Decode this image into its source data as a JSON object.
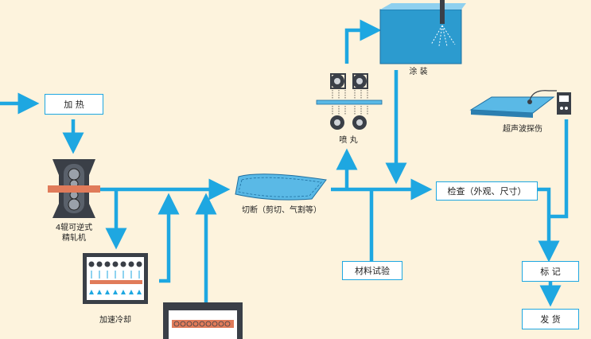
{
  "colors": {
    "background": "#fdf3dd",
    "arrow": "#1ea7e1",
    "box_border": "#1ea7e1",
    "plate": "#e07b5a",
    "mill_body": "#3a3f47",
    "cooling_box": "#3a3f47",
    "tank_water": "#2c9bcf",
    "plate_blue": "#5ab9e6"
  },
  "nodes": {
    "heating": "加 热",
    "mill": "4辊可逆式\n精轧机",
    "accel_cool": "加速冷却",
    "cutting": "切断（剪切、气割等）",
    "shot_blast": "喷 丸",
    "coating": "涂 装",
    "ultrasonic": "超声波探伤",
    "inspection": "检查（外观、尺寸）",
    "material_test": "材料试验",
    "marking": "标 记",
    "shipping": "发 货"
  }
}
